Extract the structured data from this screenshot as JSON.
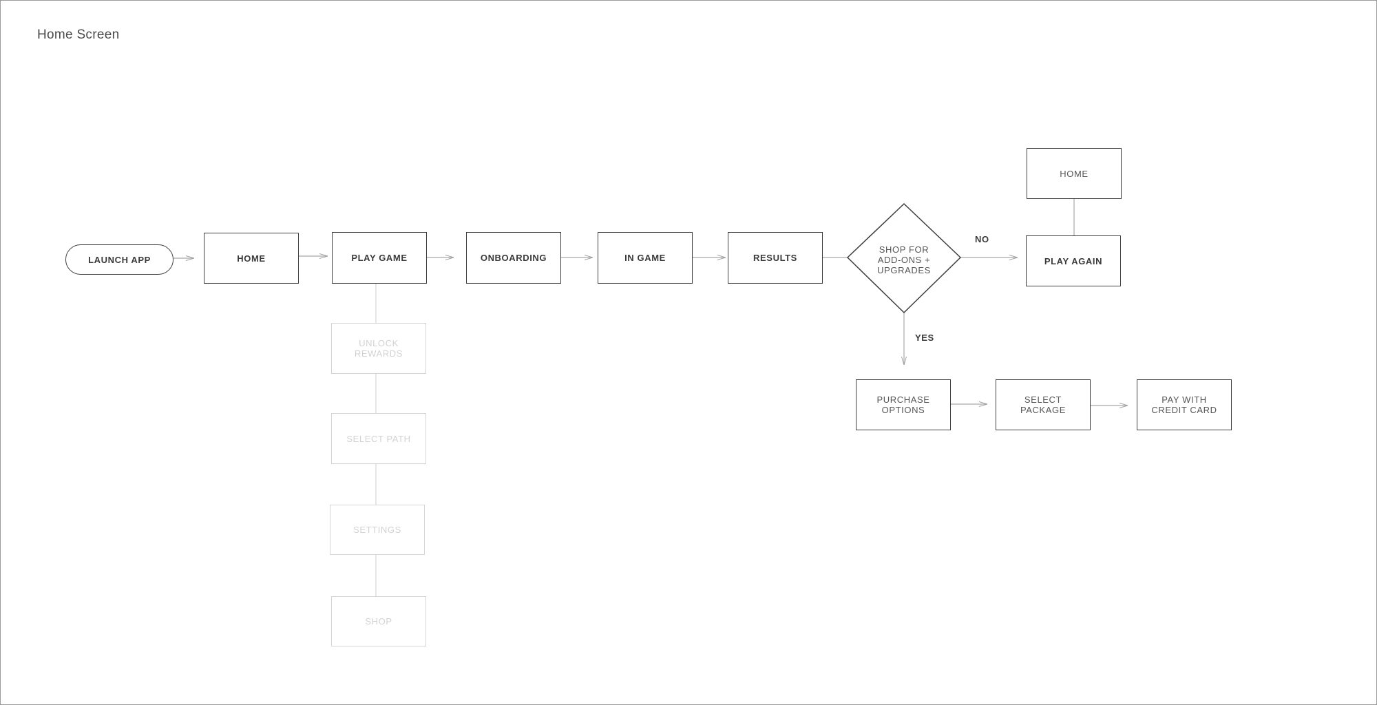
{
  "canvas": {
    "title": "Home Screen"
  },
  "nodes": {
    "launch_app": "LAUNCH APP",
    "home": "HOME",
    "play_game": "PLAY GAME",
    "onboarding": "ONBOARDING",
    "in_game": "IN GAME",
    "results": "RESULTS",
    "decision": "SHOP FOR\nADD-ONS +\nUPGRADES",
    "home_top": "HOME",
    "play_again": "PLAY AGAIN",
    "unlock_rewards": "UNLOCK\nREWARDS",
    "select_path": "SELECT PATH",
    "settings": "SETTINGS",
    "shop": "SHOP",
    "purchase_options": "PURCHASE\nOPTIONS",
    "select_package": "SELECT\nPACKAGE",
    "pay_credit_card": "PAY WITH\nCREDIT CARD"
  },
  "edge_labels": {
    "no": "NO",
    "yes": "YES"
  },
  "colors": {
    "node_border": "#3c3c3c",
    "faded_border": "#d4d4d4",
    "faded_text": "#d2d2d2",
    "arrow": "#a8a8a8"
  }
}
